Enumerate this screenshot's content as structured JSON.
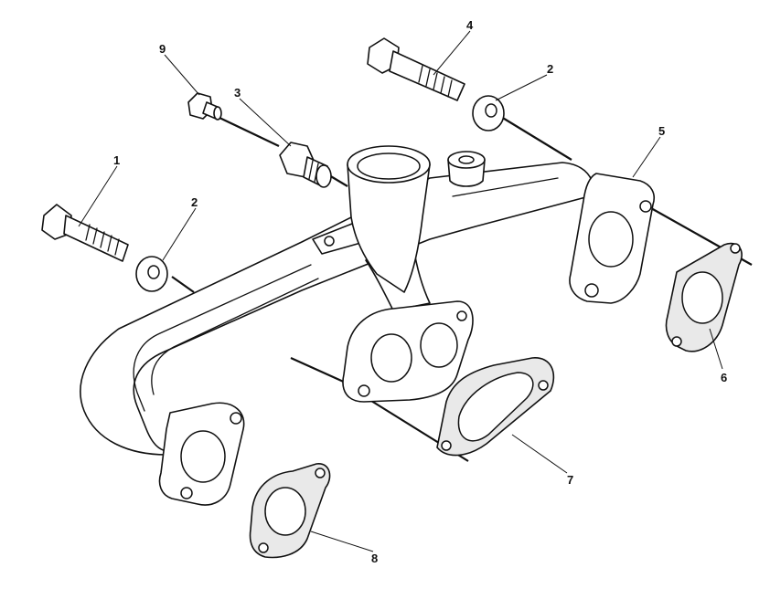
{
  "callouts": {
    "c1": "1",
    "c2a": "2",
    "c2b": "2",
    "c3": "3",
    "c4": "4",
    "c5": "5",
    "c6": "6",
    "c7": "7",
    "c8": "8",
    "c9": "9"
  },
  "colors": {
    "line": "#111111",
    "gasket_fill": "#e9e9e9",
    "background": "#ffffff"
  }
}
